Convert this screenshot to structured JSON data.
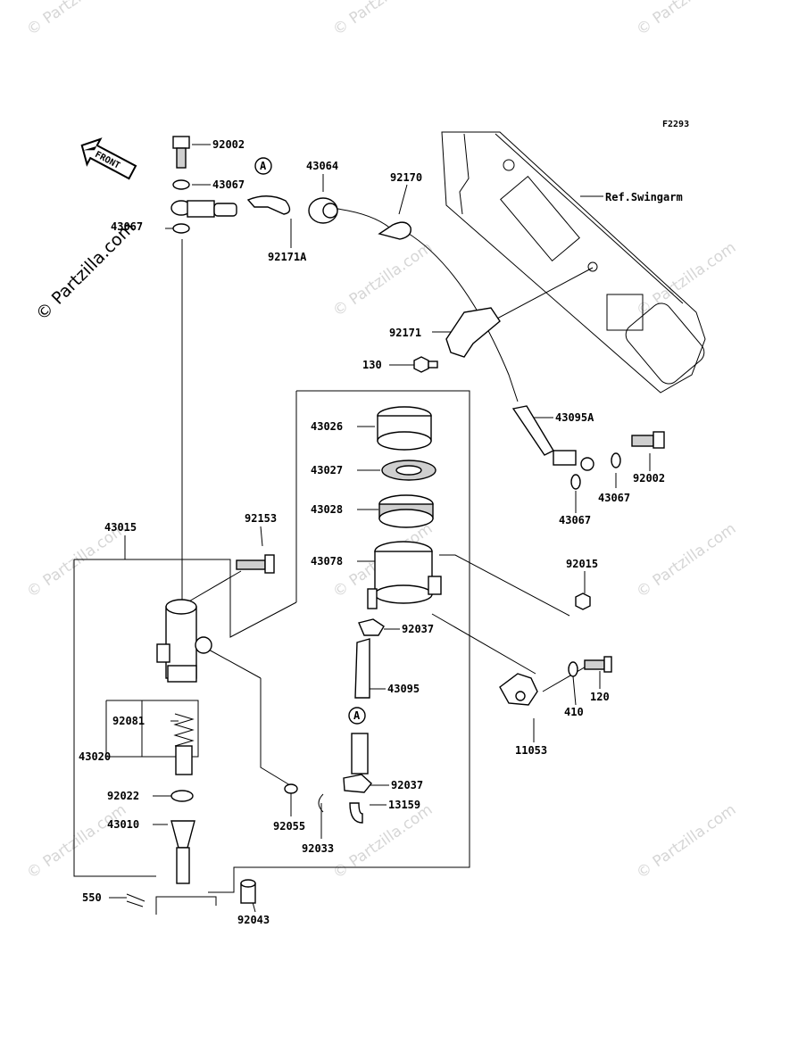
{
  "diagram_code": "F2293",
  "ref_label": "Ref.Swingarm",
  "front_label": "FRONT",
  "copyright": "© Partzilla.com",
  "watermark": "© Partzilla.com",
  "connector_marker": "A",
  "parts": {
    "p92002a": "92002",
    "p43067a": "43067",
    "p43067_left": "43067",
    "p43064": "43064",
    "p92170": "92170",
    "p92171A": "92171A",
    "p92171": "92171",
    "p130": "130",
    "p43026": "43026",
    "p43027": "43027",
    "p43028": "43028",
    "p43078": "43078",
    "p43095A": "43095A",
    "p92002b": "92002",
    "p43067b": "43067",
    "p43067c": "43067",
    "p43015": "43015",
    "p92153": "92153",
    "p92015": "92015",
    "p92037a": "92037",
    "p43095": "43095",
    "p120": "120",
    "p410": "410",
    "p11053": "11053",
    "p92081": "92081",
    "p43020": "43020",
    "p92022": "92022",
    "p43010": "43010",
    "p92055": "92055",
    "p92037b": "92037",
    "p13159": "13159",
    "p92033": "92033",
    "p550": "550",
    "p92043": "92043"
  }
}
